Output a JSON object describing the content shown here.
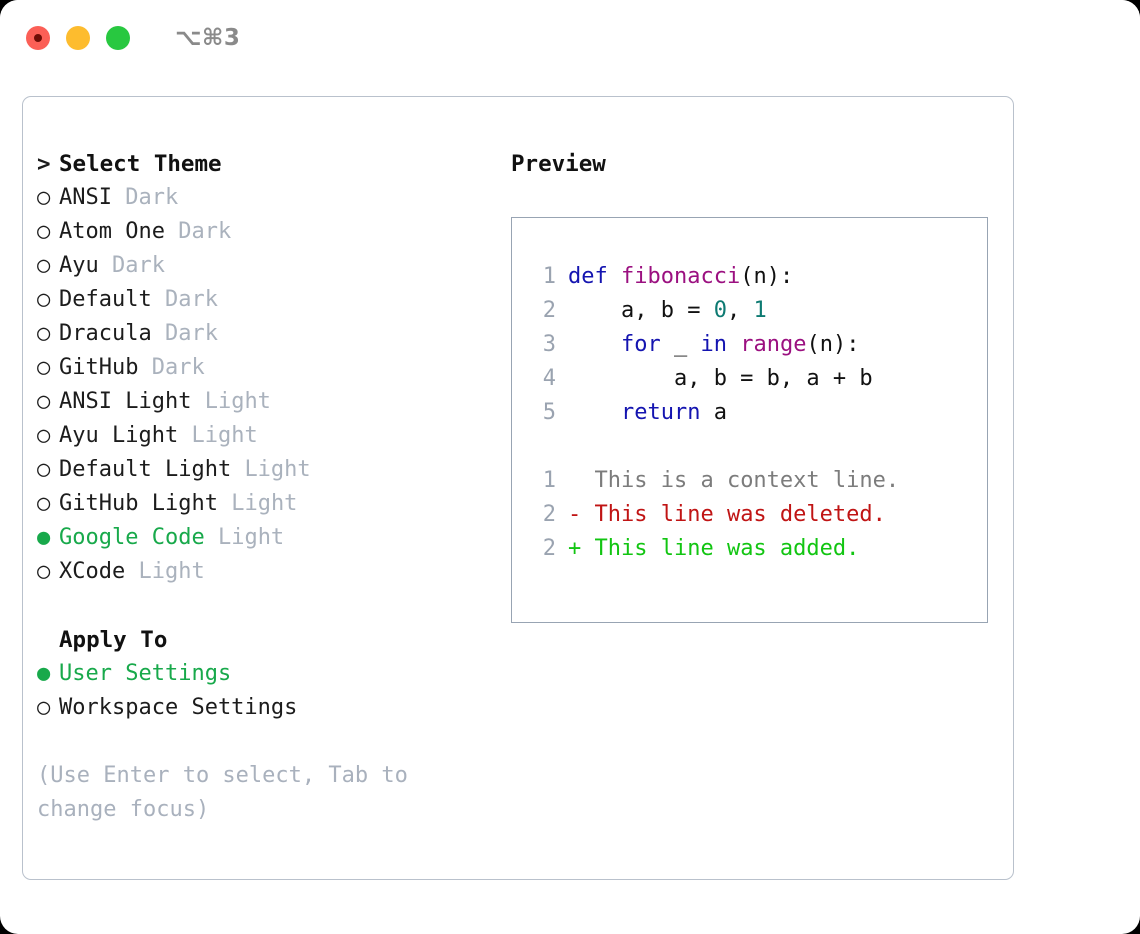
{
  "window": {
    "title_shortcut": "⌥⌘3",
    "controls": [
      "close-red",
      "minimize-yellow",
      "maximize-green"
    ]
  },
  "theme_list": {
    "header": "Select Theme",
    "prompt_marker": ">",
    "marker_unselected": "○",
    "marker_selected": "●",
    "selected_color": "#18a94b",
    "items": [
      {
        "name": "ANSI",
        "kind": "Dark",
        "selected": false
      },
      {
        "name": "Atom One",
        "kind": "Dark",
        "selected": false
      },
      {
        "name": "Ayu",
        "kind": "Dark",
        "selected": false
      },
      {
        "name": "Default",
        "kind": "Dark",
        "selected": false
      },
      {
        "name": "Dracula",
        "kind": "Dark",
        "selected": false
      },
      {
        "name": "GitHub",
        "kind": "Dark",
        "selected": false
      },
      {
        "name": "ANSI Light",
        "kind": "Light",
        "selected": false
      },
      {
        "name": "Ayu Light",
        "kind": "Light",
        "selected": false
      },
      {
        "name": "Default Light",
        "kind": "Light",
        "selected": false
      },
      {
        "name": "GitHub Light",
        "kind": "Light",
        "selected": false
      },
      {
        "name": "Google Code",
        "kind": "Light",
        "selected": true
      },
      {
        "name": "XCode",
        "kind": "Light",
        "selected": false
      }
    ]
  },
  "apply_to": {
    "header": "Apply To",
    "options": [
      {
        "label": "User Settings",
        "selected": true
      },
      {
        "label": "Workspace Settings",
        "selected": false
      }
    ]
  },
  "hint": "(Use Enter to select, Tab to\nchange focus)",
  "preview": {
    "title": "Preview",
    "code_lines": [
      {
        "num": "1",
        "tokens": [
          {
            "t": "def ",
            "c": "kw"
          },
          {
            "t": "fibonacci",
            "c": "fn"
          },
          {
            "t": "(n):",
            "c": "pln"
          }
        ]
      },
      {
        "num": "2",
        "tokens": [
          {
            "t": "    a, b = ",
            "c": "pln"
          },
          {
            "t": "0",
            "c": "num"
          },
          {
            "t": ", ",
            "c": "pln"
          },
          {
            "t": "1",
            "c": "num"
          }
        ]
      },
      {
        "num": "3",
        "tokens": [
          {
            "t": "    for ",
            "c": "kw"
          },
          {
            "t": "_ ",
            "c": "pln"
          },
          {
            "t": "in ",
            "c": "kw"
          },
          {
            "t": "range",
            "c": "fn"
          },
          {
            "t": "(n):",
            "c": "pln"
          }
        ]
      },
      {
        "num": "4",
        "tokens": [
          {
            "t": "        a, b = b, a + b",
            "c": "pln"
          }
        ]
      },
      {
        "num": "5",
        "tokens": [
          {
            "t": "    return",
            "c": "kw"
          },
          {
            "t": " a",
            "c": "pln"
          }
        ]
      }
    ],
    "diff_lines": [
      {
        "num": "1",
        "sign": " ",
        "text": " This is a context line.",
        "kind": "ctx"
      },
      {
        "num": "2",
        "sign": "-",
        "text": " This line was deleted.",
        "kind": "del"
      },
      {
        "num": "2",
        "sign": "+",
        "text": " This line was added.",
        "kind": "add"
      }
    ],
    "colors": {
      "keyword": "#1414b0",
      "function": "#9b1080",
      "number": "#0d7a72",
      "plain": "#111111",
      "diff_context": "#7c7c7c",
      "diff_deleted": "#c01414",
      "diff_added": "#12c512",
      "line_number": "#9aa3b0"
    }
  }
}
